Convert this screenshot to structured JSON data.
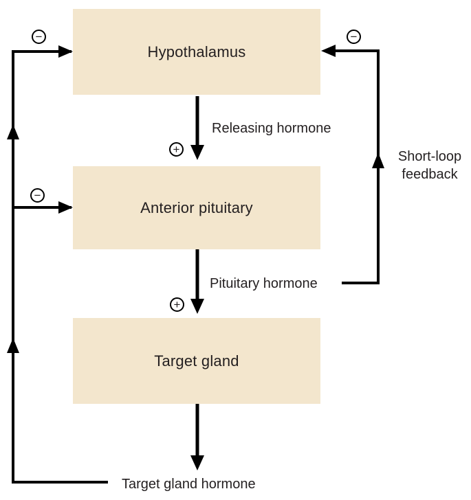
{
  "diagram": {
    "background_color": "#ffffff",
    "box_fill_color": "#f3e6cd",
    "line_color": "#000000",
    "boxes": {
      "hypothalamus": "Hypothalamus",
      "anterior_pituitary": "Anterior pituitary",
      "target_gland": "Target gland"
    },
    "arrow_labels": {
      "releasing_hormone": "Releasing hormone",
      "pituitary_hormone": "Pituitary hormone",
      "target_gland_hormone": "Target gland hormone"
    },
    "feedback_labels": {
      "short_loop_line1": "Short-loop",
      "short_loop_line2": "feedback"
    },
    "signs": {
      "plus": "+",
      "minus": "−"
    }
  }
}
